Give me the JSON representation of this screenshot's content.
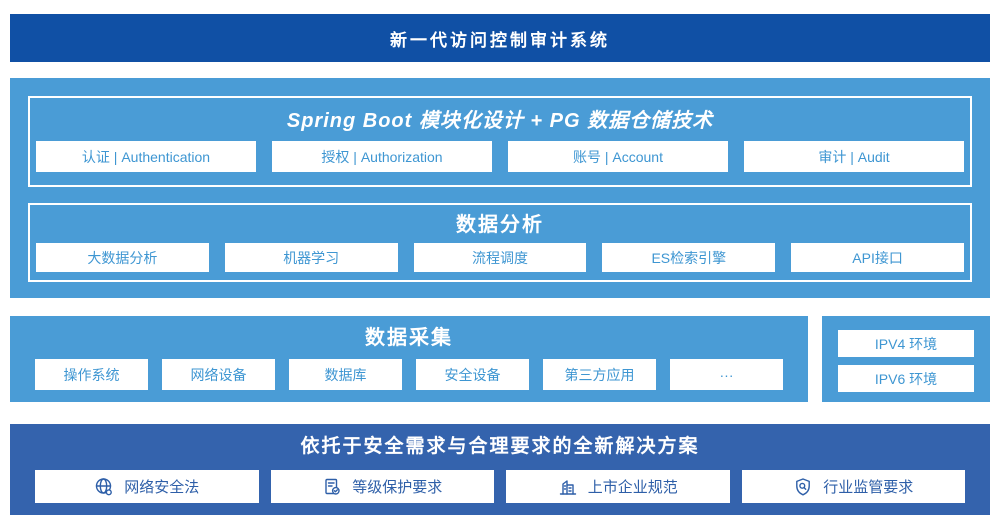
{
  "colors": {
    "header_bg": "#1050A5",
    "mid_bg": "#4A9CD6",
    "bottom_bg": "#3463AD",
    "mid_box_text": "#3E96D2",
    "bottom_box_text": "#2E5FA8"
  },
  "header": {
    "title": "新一代访问控制审计系统"
  },
  "platform": {
    "modules_panel": {
      "title": "Spring Boot 模块化设计 + PG 数据仓储技术",
      "items": [
        {
          "label": "认证 | Authentication"
        },
        {
          "label": "授权 | Authorization"
        },
        {
          "label": "账号 | Account"
        },
        {
          "label": "审计 | Audit"
        }
      ]
    },
    "analysis_panel": {
      "title": "数据分析",
      "items": [
        {
          "label": "大数据分析"
        },
        {
          "label": "机器学习"
        },
        {
          "label": "流程调度"
        },
        {
          "label": "ES检索引擎"
        },
        {
          "label": "API接口"
        }
      ]
    }
  },
  "collection": {
    "title": "数据采集",
    "items": [
      {
        "label": "操作系统"
      },
      {
        "label": "网络设备"
      },
      {
        "label": "数据库"
      },
      {
        "label": "安全设备"
      },
      {
        "label": "第三方应用"
      },
      {
        "label": "···"
      }
    ]
  },
  "environments": {
    "items": [
      {
        "label": "IPV4 环境"
      },
      {
        "label": "IPV6 环境"
      }
    ]
  },
  "solution": {
    "title": "依托于安全需求与合理要求的全新解决方案",
    "items": [
      {
        "label": "网络安全法",
        "icon": "globe-network-icon"
      },
      {
        "label": "等级保护要求",
        "icon": "document-check-icon"
      },
      {
        "label": "上市企业规范",
        "icon": "building-icon"
      },
      {
        "label": "行业监管要求",
        "icon": "shield-search-icon"
      }
    ]
  }
}
